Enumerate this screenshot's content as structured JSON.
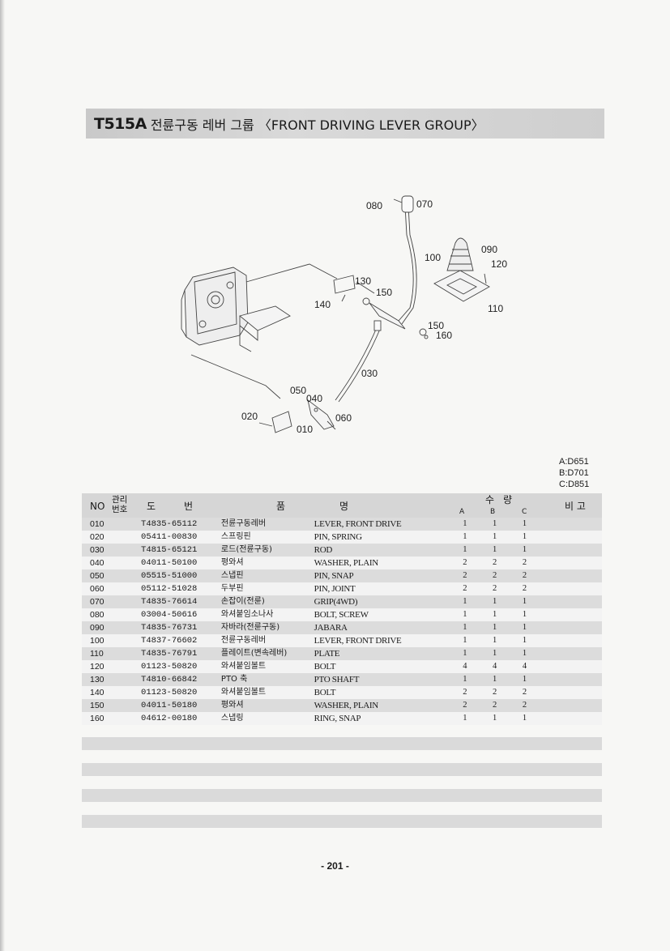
{
  "header": {
    "code": "T515A",
    "title": "전륜구동 레버 그룹 〈FRONT DRIVING LEVER GROUP〉"
  },
  "diagram": {
    "callouts": [
      "080",
      "070",
      "100",
      "090",
      "120",
      "130",
      "150",
      "140",
      "110",
      "150",
      "160",
      "030",
      "050",
      "040",
      "020",
      "060",
      "010"
    ]
  },
  "legend": {
    "a": "A:D651",
    "b": "B:D701",
    "c": "C:D851"
  },
  "table": {
    "headers": {
      "no": "NO",
      "mgmt_line1": "관리",
      "mgmt_line2": "번호",
      "drawing_1": "도",
      "drawing_2": "번",
      "name_1": "품",
      "name_2": "명",
      "qty_1": "수",
      "qty_2": "량",
      "qty_a": "A",
      "qty_b": "B",
      "qty_c": "C",
      "remarks": "비 고"
    },
    "rows": [
      {
        "no": "010",
        "part": "T4835-65112",
        "kr": "전륜구동레버",
        "en": "LEVER, FRONT DRIVE",
        "a": "1",
        "b": "1",
        "c": "1"
      },
      {
        "no": "020",
        "part": "05411-00830",
        "kr": "스프링핀",
        "en": "PIN, SPRING",
        "a": "1",
        "b": "1",
        "c": "1"
      },
      {
        "no": "030",
        "part": "T4815-65121",
        "kr": "로드(전륜구동)",
        "en": "ROD",
        "a": "1",
        "b": "1",
        "c": "1"
      },
      {
        "no": "040",
        "part": "04011-50100",
        "kr": "평와셔",
        "en": "WASHER, PLAIN",
        "a": "2",
        "b": "2",
        "c": "2"
      },
      {
        "no": "050",
        "part": "05515-51000",
        "kr": "스냅핀",
        "en": "PIN, SNAP",
        "a": "2",
        "b": "2",
        "c": "2"
      },
      {
        "no": "060",
        "part": "05112-51028",
        "kr": "두부핀",
        "en": "PIN, JOINT",
        "a": "2",
        "b": "2",
        "c": "2"
      },
      {
        "no": "070",
        "part": "T4835-76614",
        "kr": "손잡이(전륜)",
        "en": "GRIP(4WD)",
        "a": "1",
        "b": "1",
        "c": "1"
      },
      {
        "no": "080",
        "part": "03004-50616",
        "kr": "와셔붙임소나사",
        "en": "BOLT, SCREW",
        "a": "1",
        "b": "1",
        "c": "1"
      },
      {
        "no": "090",
        "part": "T4835-76731",
        "kr": "자바라(전륜구동)",
        "en": "JABARA",
        "a": "1",
        "b": "1",
        "c": "1"
      },
      {
        "no": "100",
        "part": "T4837-76602",
        "kr": "전륜구동레버",
        "en": "LEVER, FRONT DRIVE",
        "a": "1",
        "b": "1",
        "c": "1"
      },
      {
        "no": "110",
        "part": "T4835-76791",
        "kr": "플레이트(변속레버)",
        "en": "PLATE",
        "a": "1",
        "b": "1",
        "c": "1"
      },
      {
        "no": "120",
        "part": "01123-50820",
        "kr": "와셔붙임볼트",
        "en": "BOLT",
        "a": "4",
        "b": "4",
        "c": "4"
      },
      {
        "no": "130",
        "part": "T4810-66842",
        "kr": "PTO 축",
        "en": "PTO SHAFT",
        "a": "1",
        "b": "1",
        "c": "1"
      },
      {
        "no": "140",
        "part": "01123-50820",
        "kr": "와셔붙임볼트",
        "en": "BOLT",
        "a": "2",
        "b": "2",
        "c": "2"
      },
      {
        "no": "150",
        "part": "04011-50180",
        "kr": "평와셔",
        "en": "WASHER, PLAIN",
        "a": "2",
        "b": "2",
        "c": "2"
      },
      {
        "no": "160",
        "part": "04612-00180",
        "kr": "스냅링",
        "en": "RING, SNAP",
        "a": "1",
        "b": "1",
        "c": "1"
      }
    ]
  },
  "footer": {
    "page": "- 201 -"
  }
}
